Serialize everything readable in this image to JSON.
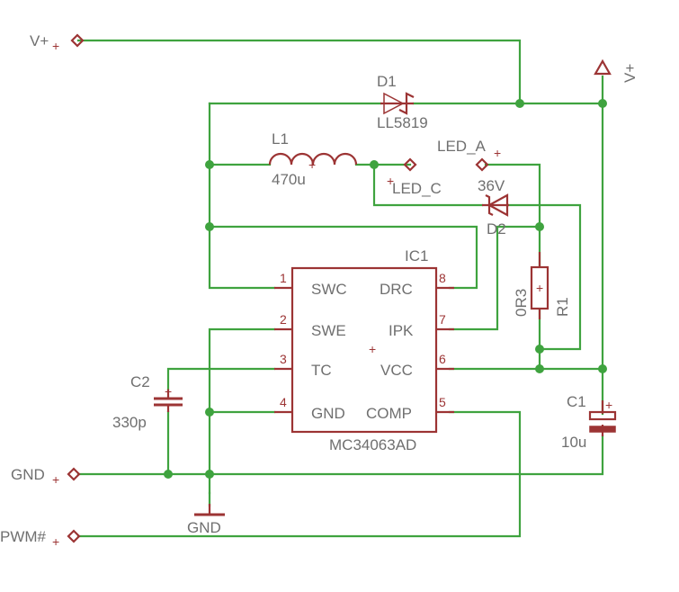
{
  "ports": {
    "vplus": "V+",
    "gnd": "GND",
    "pwm": "PWM#",
    "led_a": "LED_A",
    "led_c": "LED_C",
    "supply": "V+",
    "ground": "GND"
  },
  "ic": {
    "name": "IC1",
    "value": "MC34063AD",
    "pins_left": [
      {
        "num": "1",
        "name": "SWC"
      },
      {
        "num": "2",
        "name": "SWE"
      },
      {
        "num": "3",
        "name": "TC"
      },
      {
        "num": "4",
        "name": "GND"
      }
    ],
    "pins_right": [
      {
        "num": "8",
        "name": "DRC"
      },
      {
        "num": "7",
        "name": "IPK"
      },
      {
        "num": "6",
        "name": "VCC"
      },
      {
        "num": "5",
        "name": "COMP"
      }
    ]
  },
  "parts": {
    "d1": {
      "name": "D1",
      "value": "LL5819"
    },
    "d2": {
      "name": "D2",
      "value": "36V"
    },
    "l1": {
      "name": "L1",
      "value": "470u"
    },
    "r1": {
      "name": "R1",
      "value": "0R3"
    },
    "c1": {
      "name": "C1",
      "value": "10u"
    },
    "c2": {
      "name": "C2",
      "value": "330p"
    }
  },
  "colors": {
    "wire": "#3fa33f",
    "part": "#9c3434",
    "label": "#6f6f6f",
    "background": "#ffffff"
  }
}
